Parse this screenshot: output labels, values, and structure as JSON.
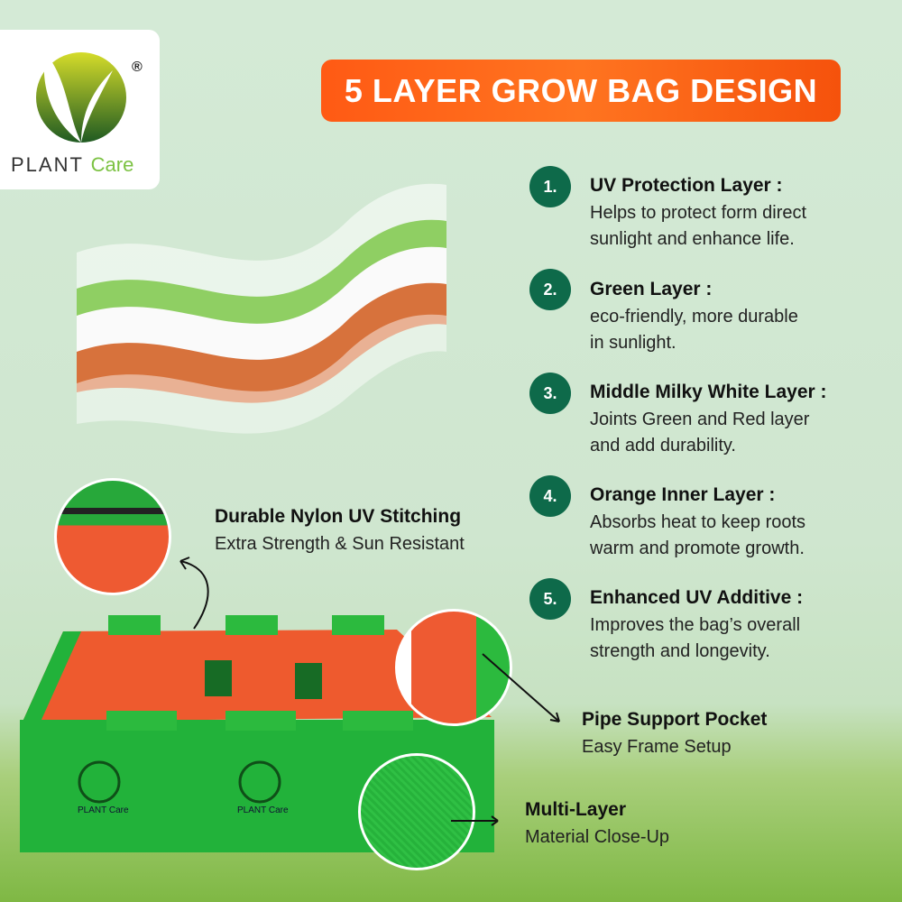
{
  "logo": {
    "brand_word1": "PLANT",
    "brand_word2": "Care",
    "registered": "®"
  },
  "banner": {
    "title": "5 LAYER GROW BAG DESIGN",
    "color": "#ff6218"
  },
  "layers": [
    {
      "number": "1.",
      "title": "UV Protection Layer :",
      "description": "Helps to protect form direct\nsunlight and enhance life."
    },
    {
      "number": "2.",
      "title": "Green Layer :",
      "description": "eco-friendly, more durable\nin sunlight."
    },
    {
      "number": "3.",
      "title": "Middle Milky White Layer  :",
      "description": "Joints Green and Red layer\nand add durability."
    },
    {
      "number": "4.",
      "title": "Orange Inner Layer :",
      "description": "Absorbs heat to keep roots\nwarm and promote growth."
    },
    {
      "number": "5.",
      "title": "Enhanced UV Additive :",
      "description": "Improves the bag’s overall\nstrength and longevity."
    }
  ],
  "callouts": {
    "stitching": {
      "title": "Durable Nylon UV Stitching",
      "subtitle": "Extra Strength & Sun Resistant"
    },
    "pipe": {
      "title": "Pipe Support Pocket",
      "subtitle": "Easy Frame Setup"
    },
    "material": {
      "title": "Multi-Layer",
      "subtitle": "Material Close-Up"
    }
  },
  "bag_print": {
    "brand_word1": "PLANT",
    "brand_word2": "Care"
  },
  "colors": {
    "number_badge": "#0e6a4a",
    "bag_green": "#22b23a",
    "bag_orange": "#f0552a"
  }
}
